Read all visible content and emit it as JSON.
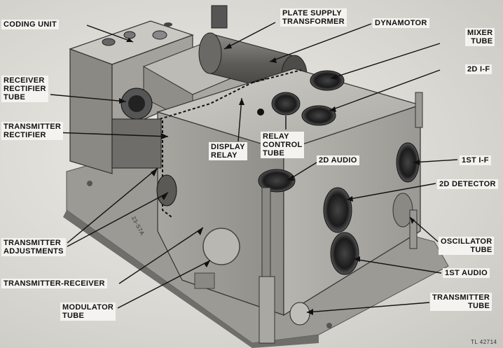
{
  "labels": {
    "coding_unit": "CODING UNIT",
    "plate_supply_transformer_1": "PLATE SUPPLY",
    "plate_supply_transformer_2": "TRANSFORMER",
    "dynamotor": "DYNAMOTOR",
    "mixer_tube_1": "MIXER",
    "mixer_tube_2": "TUBE",
    "second_if": "2D I-F",
    "receiver_rectifier_1": "RECEIVER",
    "receiver_rectifier_2": "RECTIFIER",
    "receiver_rectifier_3": "TUBE",
    "transmitter_rectifier_1": "TRANSMITTER",
    "transmitter_rectifier_2": "RECTIFIER",
    "display_relay_1": "DISPLAY",
    "display_relay_2": "RELAY",
    "relay_control_1": "RELAY",
    "relay_control_2": "CONTROL",
    "relay_control_3": "TUBE",
    "second_audio": "2D AUDIO",
    "first_if": "1ST I-F",
    "second_detector": "2D DETECTOR",
    "transmitter_adjustments_1": "TRANSMITTER",
    "transmitter_adjustments_2": "ADJUSTMENTS",
    "oscillator_tube_1": "OSCILLATOR",
    "oscillator_tube_2": "TUBE",
    "first_audio": "1ST AUDIO",
    "transmitter_receiver": "TRANSMITTER-RECEIVER",
    "modulator_tube_1": "MODULATOR",
    "modulator_tube_2": "TUBE",
    "transmitter_tube_1": "TRANSMITTER",
    "transmitter_tube_2": "TUBE"
  },
  "marks": {
    "side_mark": "23-S7A",
    "figure_ref": "TL 42714"
  },
  "colors": {
    "background": "#d8d6d0",
    "chassis_light": "#bdbcb6",
    "chassis_dark": "#7c7b76",
    "socket": "#1c1c1c",
    "label_bg": "#f4f3ef",
    "ink": "#111111"
  }
}
